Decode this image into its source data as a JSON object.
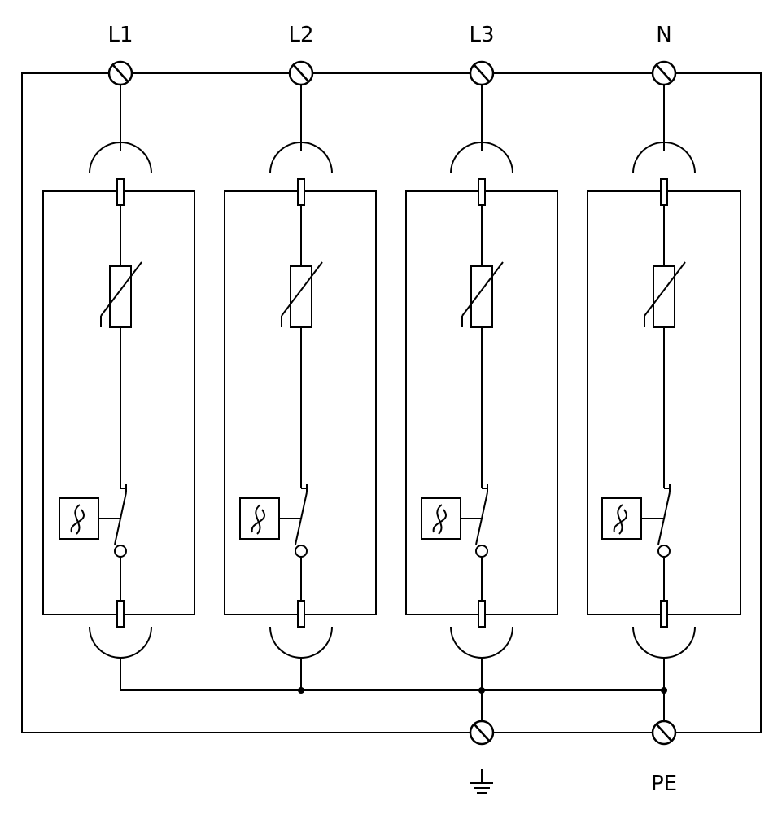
{
  "diagram": {
    "type": "surge-protection-device-schematic",
    "top_terminals": [
      {
        "label": "L1"
      },
      {
        "label": "L2"
      },
      {
        "label": "L3"
      },
      {
        "label": "N"
      }
    ],
    "bottom_terminals": [
      {
        "label": "",
        "icon": "ground-symbol-icon"
      },
      {
        "label": "PE"
      }
    ],
    "module_components": [
      "plug-connector-icon",
      "varistor-icon",
      "thermal-disconnector-icon",
      "switch-contact-icon"
    ],
    "colors": {
      "line": "#000000",
      "background": "#ffffff"
    }
  }
}
